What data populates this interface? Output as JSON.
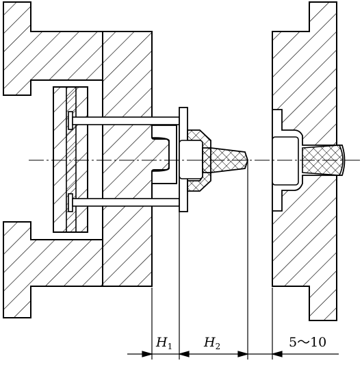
{
  "dimensions": {
    "h1": {
      "letter": "H",
      "sub": "1"
    },
    "h2": {
      "letter": "H",
      "sub": "2"
    },
    "gap": "5～10"
  }
}
